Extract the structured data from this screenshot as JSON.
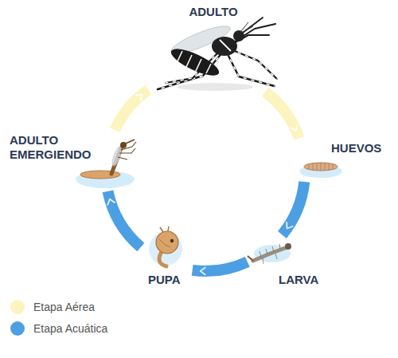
{
  "diagram": {
    "nodes": [
      {
        "text": [
          "ADULTO"
        ]
      },
      {
        "text": [
          "HUEVOS"
        ]
      },
      {
        "text": [
          "LARVA"
        ]
      },
      {
        "text": [
          "PUPA"
        ]
      },
      {
        "text": [
          "ADULTO EMERGIENDO"
        ]
      }
    ],
    "edges": [
      {
        "from": 0,
        "to": 1,
        "arrow": "to"
      },
      {
        "from": 1,
        "to": 2,
        "arrow": "to"
      },
      {
        "from": 2,
        "to": 3,
        "arrow": "to"
      },
      {
        "from": 3,
        "to": 4,
        "arrow": "to"
      },
      {
        "from": 4,
        "to": 0,
        "arrow": "to"
      }
    ],
    "legend": [
      {
        "text": "Etapa Aérea",
        "color": "#fcf4be"
      },
      {
        "text": "Etapa Acuática",
        "color": "#4d9fe3"
      }
    ]
  }
}
